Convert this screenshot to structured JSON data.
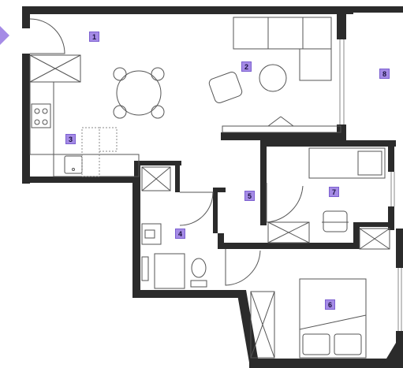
{
  "plan": {
    "accent_color": "#a58be6",
    "wall_color": "#2b2b2b",
    "entrance_marker_color": "#a58be6",
    "rooms": [
      {
        "id": "1",
        "label": "1"
      },
      {
        "id": "2",
        "label": "2"
      },
      {
        "id": "3",
        "label": "3"
      },
      {
        "id": "4",
        "label": "4"
      },
      {
        "id": "5",
        "label": "5"
      },
      {
        "id": "6",
        "label": "6"
      },
      {
        "id": "7",
        "label": "7"
      },
      {
        "id": "8",
        "label": "8"
      }
    ],
    "furniture_icons": [
      "entrance-arrow-icon",
      "sofa-icon",
      "armchair-icon",
      "round-table-icon",
      "dining-table-icon",
      "stove-icon",
      "sink-icon",
      "tv-stand-icon",
      "bed-icon",
      "desk-chair-icon",
      "toilet-icon",
      "washbasin-icon",
      "wardrobe-icon"
    ]
  }
}
